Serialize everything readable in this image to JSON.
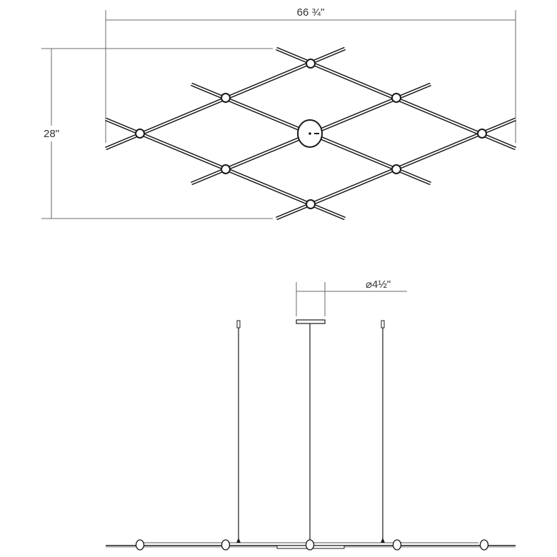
{
  "top_view": {
    "width_label": "66 ¾\"",
    "height_label": "28\""
  },
  "side_view": {
    "canopy_diameter_label": "⌀4½\""
  },
  "colors": {
    "line": "#1a1a1a",
    "dimension": "#6a6a6a"
  }
}
